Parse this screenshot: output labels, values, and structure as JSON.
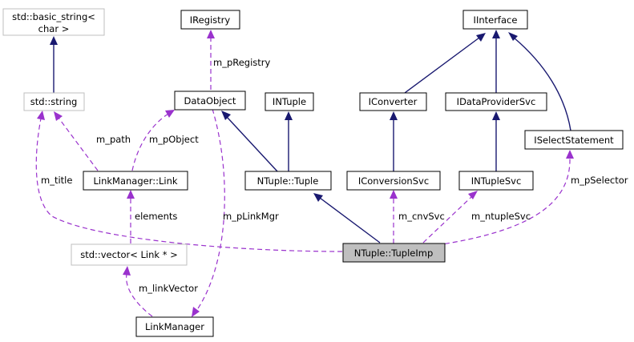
{
  "nodes": {
    "basic_string_line1": "std::basic_string<",
    "basic_string_line2": "char >",
    "iregistry": "IRegistry",
    "iinterface": "IInterface",
    "std_string": "std::string",
    "dataobject": "DataObject",
    "intuple": "INTuple",
    "iconverter": "IConverter",
    "idataprovidersvc": "IDataProviderSvc",
    "iselectstatement": "ISelectStatement",
    "linkmanager_link": "LinkManager::Link",
    "ntuple_tuple": "NTuple::Tuple",
    "iconversionsvc": "IConversionSvc",
    "intuplesvc": "INTupleSvc",
    "std_vector": "std::vector< Link * >",
    "ntuple_tupleimp": "NTuple::TupleImp",
    "linkmanager": "LinkManager"
  },
  "edge_labels": {
    "m_pRegistry": "m_pRegistry",
    "m_path": "m_path",
    "m_pObject": "m_pObject",
    "m_title": "m_title",
    "elements": "elements",
    "m_pLinkMgr": "m_pLinkMgr",
    "m_cnvSvc": "m_cnvSvc",
    "m_ntupleSvc": "m_ntupleSvc",
    "m_pSelector": "m_pSelector",
    "m_linkVector": "m_linkVector"
  },
  "colors": {
    "inheritance": "#191970",
    "usage": "#9a32cd",
    "focus_fill": "#bfbfbf",
    "external_border": "#bfbfbf"
  }
}
